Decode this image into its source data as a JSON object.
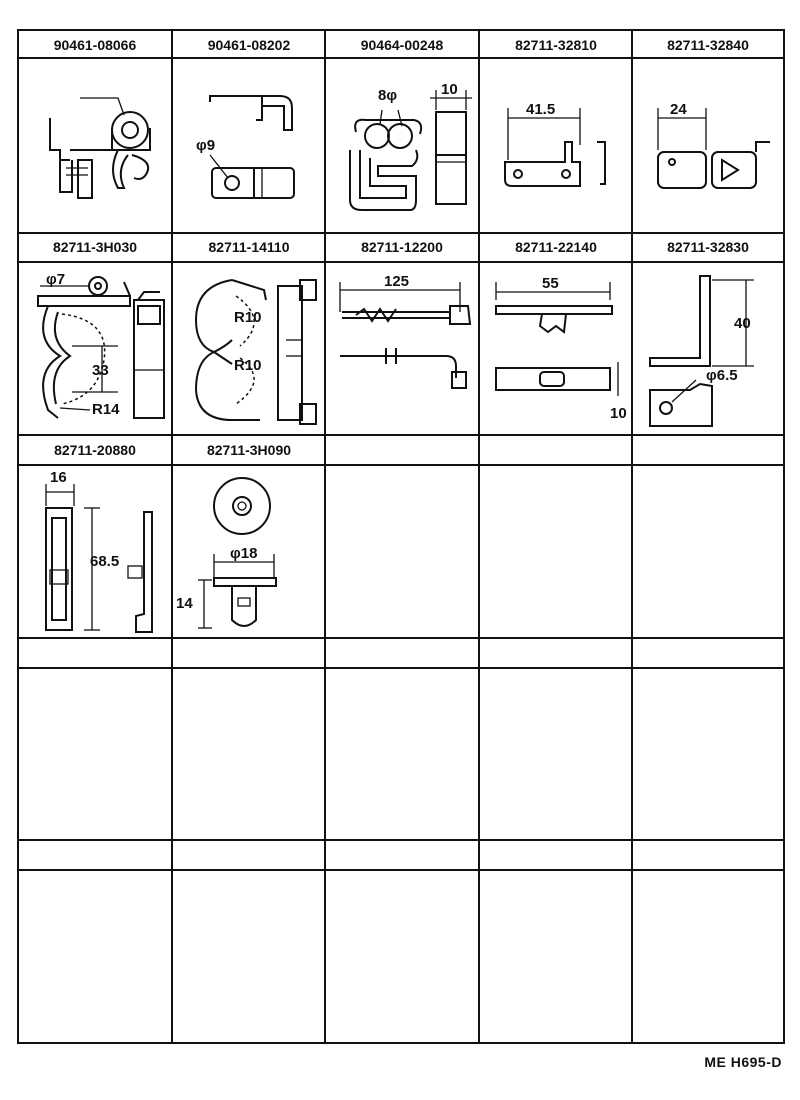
{
  "footer": {
    "code": "ME H695-D"
  },
  "parts": [
    {
      "part_number": "90461-08066",
      "dims": []
    },
    {
      "part_number": "90461-08202",
      "dims": [
        "φ9"
      ]
    },
    {
      "part_number": "90464-00248",
      "dims": [
        "8φ",
        "10"
      ]
    },
    {
      "part_number": "82711-32810",
      "dims": [
        "41.5"
      ]
    },
    {
      "part_number": "82711-32840",
      "dims": [
        "24"
      ]
    },
    {
      "part_number": "82711-3H030",
      "dims": [
        "φ7",
        "33",
        "R14"
      ]
    },
    {
      "part_number": "82711-14110",
      "dims": [
        "R10",
        "R10"
      ]
    },
    {
      "part_number": "82711-12200",
      "dims": [
        "125"
      ]
    },
    {
      "part_number": "82711-22140",
      "dims": [
        "55",
        "10"
      ]
    },
    {
      "part_number": "82711-32830",
      "dims": [
        "40",
        "φ6.5"
      ]
    },
    {
      "part_number": "82711-20880",
      "dims": [
        "16",
        "68.5"
      ]
    },
    {
      "part_number": "82711-3H090",
      "dims": [
        "φ18",
        "14"
      ]
    }
  ]
}
